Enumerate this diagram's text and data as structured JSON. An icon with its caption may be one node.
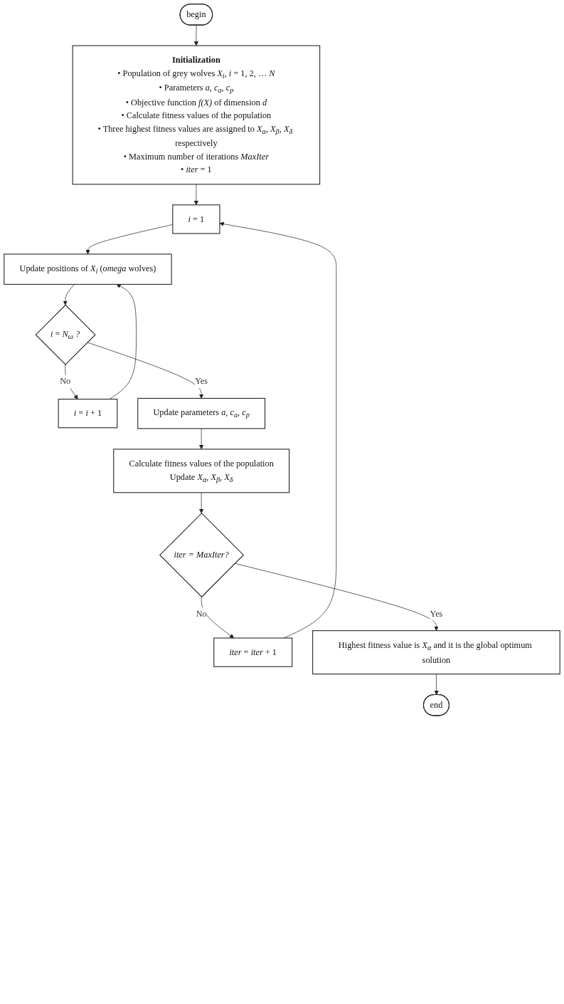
{
  "diagram": {
    "nodes": [
      {
        "text": [
          "begin"
        ]
      },
      {
        "text": [
          "Initialization",
          "• Population of grey wolves *X$_{i}$, i* = 1, 2, … *N*",
          "• Parameters *a, c$_{a}$, c$_{p}$*",
          "• Objective function *f(X)* of dimension *d*",
          "• Calculate fitness values of the population",
          "• Three highest fitness values are assigned to *X$_{α}$, X$_{β}$, X$_{δ}$* respectively",
          "• Maximum number of iterations *MaxIter*",
          "• *iter* = 1"
        ]
      },
      {
        "text": [
          "*i* = 1"
        ]
      },
      {
        "text": [
          "Update positions of *X$_{i}$* (*omega* wolves)"
        ]
      },
      {
        "text": [
          "*i* = *N$_{ω}$ ?*"
        ]
      },
      {
        "text": [
          "*i* = *i* + 1"
        ]
      },
      {
        "text": [
          "Update parameters *a, c$_{a}$, c$_{p}$*"
        ]
      },
      {
        "text": [
          "Calculate fitness values of the population",
          "Update *X$_{α}$, X$_{β}$, X$_{δ}$*"
        ]
      },
      {
        "text": [
          "*iter = MaxIter?*"
        ]
      },
      {
        "text": [
          "*iter* = *iter* + 1"
        ]
      },
      {
        "text": [
          "Highest fitness value is *X$_{α}$* and it is the global optimum solution"
        ]
      },
      {
        "text": [
          "end"
        ]
      }
    ],
    "edges": [
      {
        "from": 0,
        "to": 1,
        "arrow": "to"
      },
      {
        "from": 1,
        "to": 2,
        "arrow": "to"
      },
      {
        "from": 2,
        "to": 3,
        "arrow": "to"
      },
      {
        "from": 3,
        "to": 4,
        "arrow": "to"
      },
      {
        "from": 4,
        "to": 5,
        "arrow": "to",
        "label": "No"
      },
      {
        "from": 5,
        "to": 3,
        "arrow": "to"
      },
      {
        "from": 4,
        "to": 6,
        "arrow": "to",
        "label": "Yes"
      },
      {
        "from": 6,
        "to": 7,
        "arrow": "to"
      },
      {
        "from": 7,
        "to": 8,
        "arrow": "to"
      },
      {
        "from": 8,
        "to": 9,
        "arrow": "to",
        "label": "No"
      },
      {
        "from": 9,
        "to": 2,
        "arrow": "to"
      },
      {
        "from": 8,
        "to": 10,
        "arrow": "to",
        "label": "Yes"
      },
      {
        "from": 10,
        "to": 11,
        "arrow": "to"
      }
    ]
  }
}
